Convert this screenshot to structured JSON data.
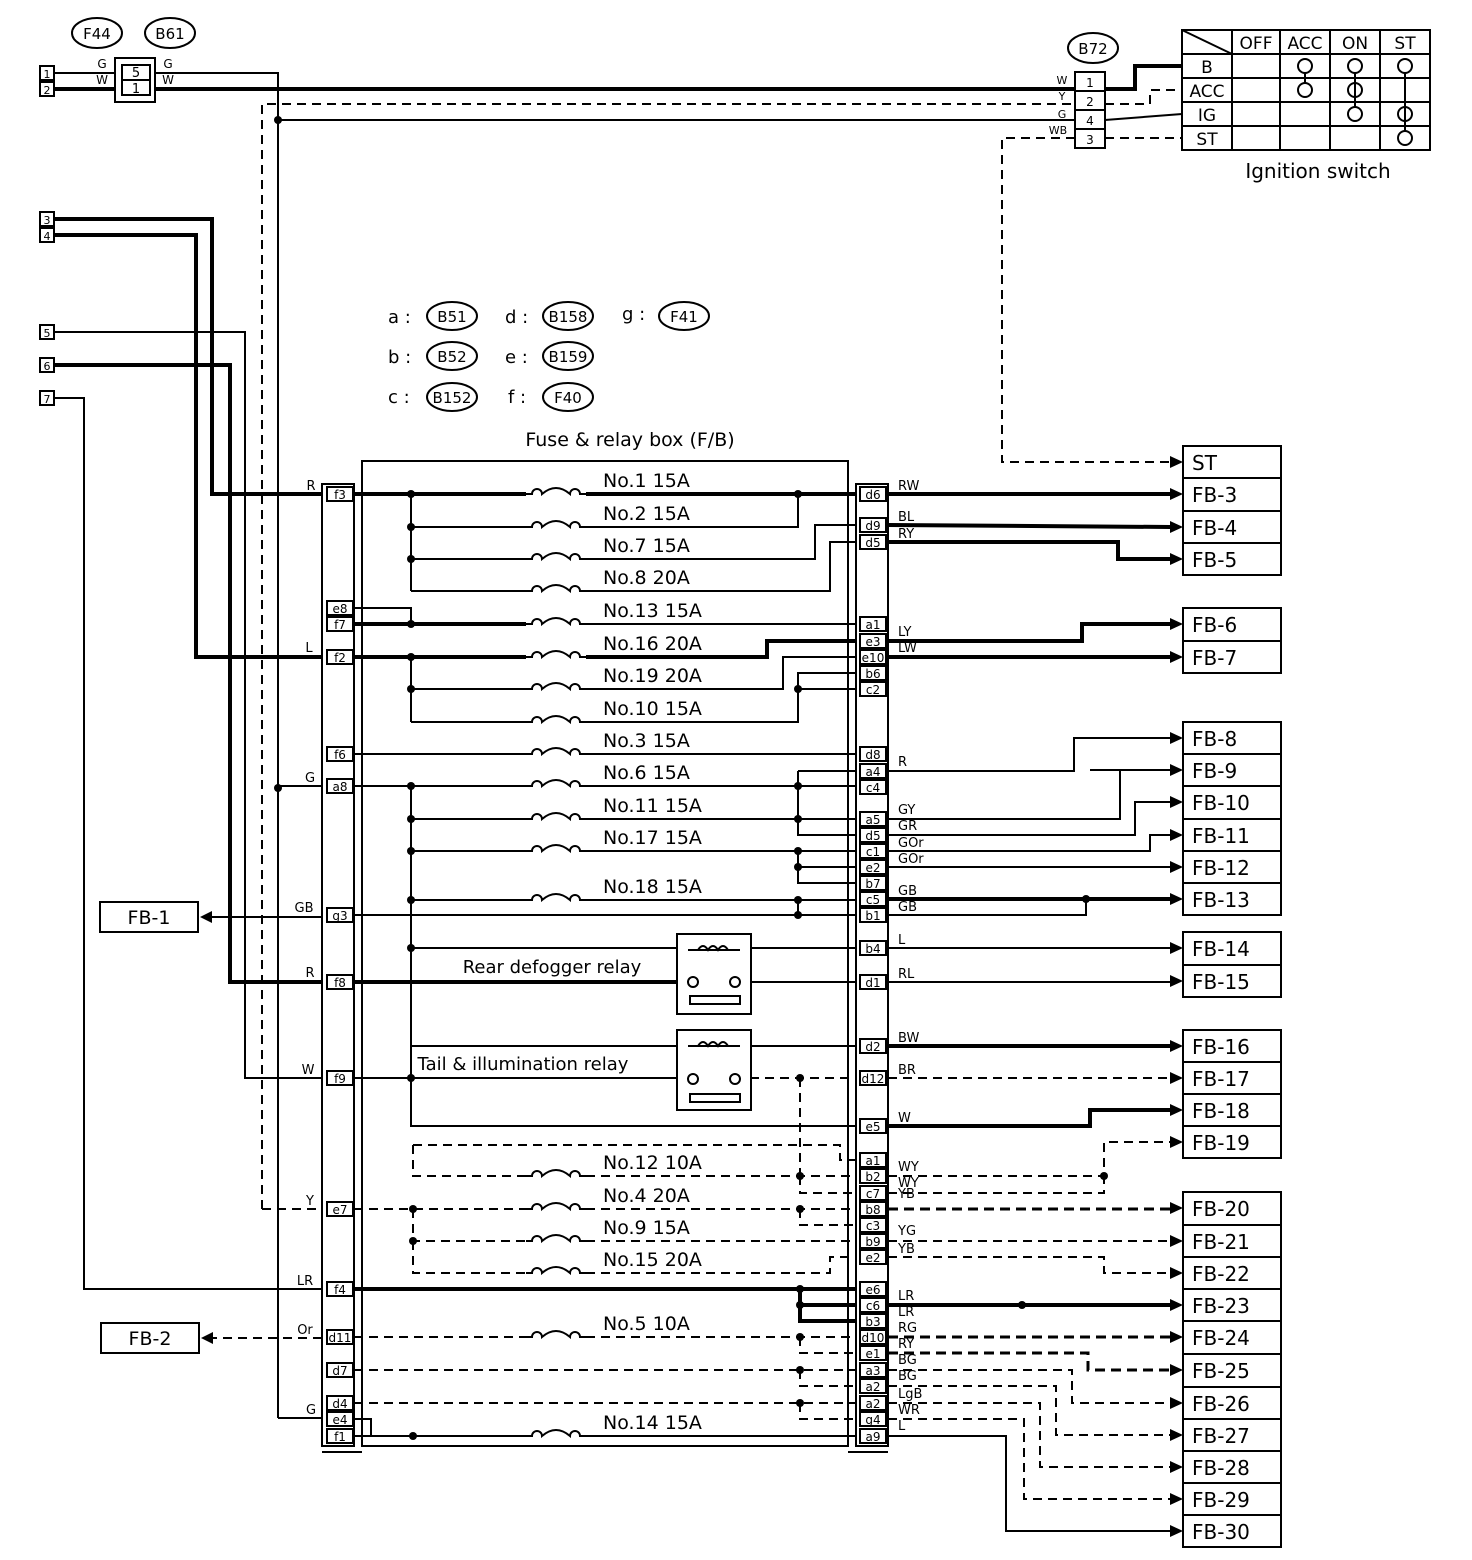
{
  "connectors_top": [
    "F44",
    "B61",
    "B72"
  ],
  "connector_legend": [
    {
      "key": "a :",
      "code": "B51"
    },
    {
      "key": "b :",
      "code": "B52"
    },
    {
      "key": "c :",
      "code": "B152"
    },
    {
      "key": "d :",
      "code": "B158"
    },
    {
      "key": "e :",
      "code": "B159"
    },
    {
      "key": "f :",
      "code": "F40"
    },
    {
      "key": "g :",
      "code": "F41"
    }
  ],
  "fuse_box_title": "Fuse & relay box (F/B)",
  "ignition": {
    "title": "Ignition switch",
    "columns": [
      "OFF",
      "ACC",
      "ON",
      "ST"
    ],
    "rows": [
      "B",
      "ACC",
      "IG",
      "ST"
    ],
    "b72_pins": [
      "1",
      "2",
      "4",
      "3"
    ],
    "b72_wires": [
      "W",
      "Y",
      "G",
      "WB"
    ]
  },
  "f44_pins": [
    "5",
    "1"
  ],
  "f44_wires_left": [
    "G",
    "W"
  ],
  "f44_wires_right": [
    "G",
    "W"
  ],
  "left_terminals": [
    "1",
    "2",
    "3",
    "4",
    "5",
    "6",
    "7"
  ],
  "fuses": [
    "No.1 15A",
    "No.2 15A",
    "No.7 15A",
    "No.8 20A",
    "No.13 15A",
    "No.16 20A",
    "No.19 20A",
    "No.10 15A",
    "No.3 15A",
    "No.6 15A",
    "No.11 15A",
    "No.17 15A",
    "No.18 15A",
    "No.12 10A",
    "No.4 20A",
    "No.9 15A",
    "No.15 20A",
    "No.5 10A",
    "No.14 15A"
  ],
  "relays": [
    "Rear defogger relay",
    "Tail & illumination relay"
  ],
  "left_pins": [
    "f3",
    "e8",
    "f7",
    "f2",
    "f6",
    "a8",
    "g3",
    "f8",
    "f9",
    "e7",
    "f4",
    "d11",
    "d7",
    "d4",
    "e4",
    "f1"
  ],
  "left_wire_colors": [
    "R",
    "L",
    "G",
    "GB",
    "R",
    "W",
    "Y",
    "LR",
    "Or",
    "G"
  ],
  "right_pins": [
    "d6",
    "d9",
    "d5",
    "a1",
    "e3",
    "e10",
    "b6",
    "c2",
    "d8",
    "a4",
    "c4",
    "a5",
    "d5",
    "c1",
    "e2",
    "b7",
    "c5",
    "b1",
    "b4",
    "d1",
    "d2",
    "d12",
    "e5",
    "a1",
    "b2",
    "c7",
    "b8",
    "c3",
    "b9",
    "e2",
    "e6",
    "c6",
    "b3",
    "d10",
    "e1",
    "a3",
    "a2",
    "a2",
    "g4",
    "a9"
  ],
  "right_wire_colors": [
    "RW",
    "BL",
    "RY",
    "LY",
    "LW",
    "R",
    "GY",
    "GR",
    "GOr",
    "GOr",
    "GB",
    "GB",
    "L",
    "RL",
    "BW",
    "BR",
    "W",
    "WY",
    "WY",
    "YB",
    "YG",
    "YB",
    "LR",
    "LR",
    "RG",
    "RY",
    "BG",
    "BG",
    "LgB",
    "WR",
    "L"
  ],
  "outputs": [
    "ST",
    "FB-3",
    "FB-4",
    "FB-5",
    "FB-6",
    "FB-7",
    "FB-8",
    "FB-9",
    "FB-10",
    "FB-11",
    "FB-12",
    "FB-13",
    "FB-14",
    "FB-15",
    "FB-16",
    "FB-17",
    "FB-18",
    "FB-19",
    "FB-20",
    "FB-21",
    "FB-22",
    "FB-23",
    "FB-24",
    "FB-25",
    "FB-26",
    "FB-27",
    "FB-28",
    "FB-29",
    "FB-30"
  ],
  "left_outputs": [
    "FB-1",
    "FB-2"
  ]
}
